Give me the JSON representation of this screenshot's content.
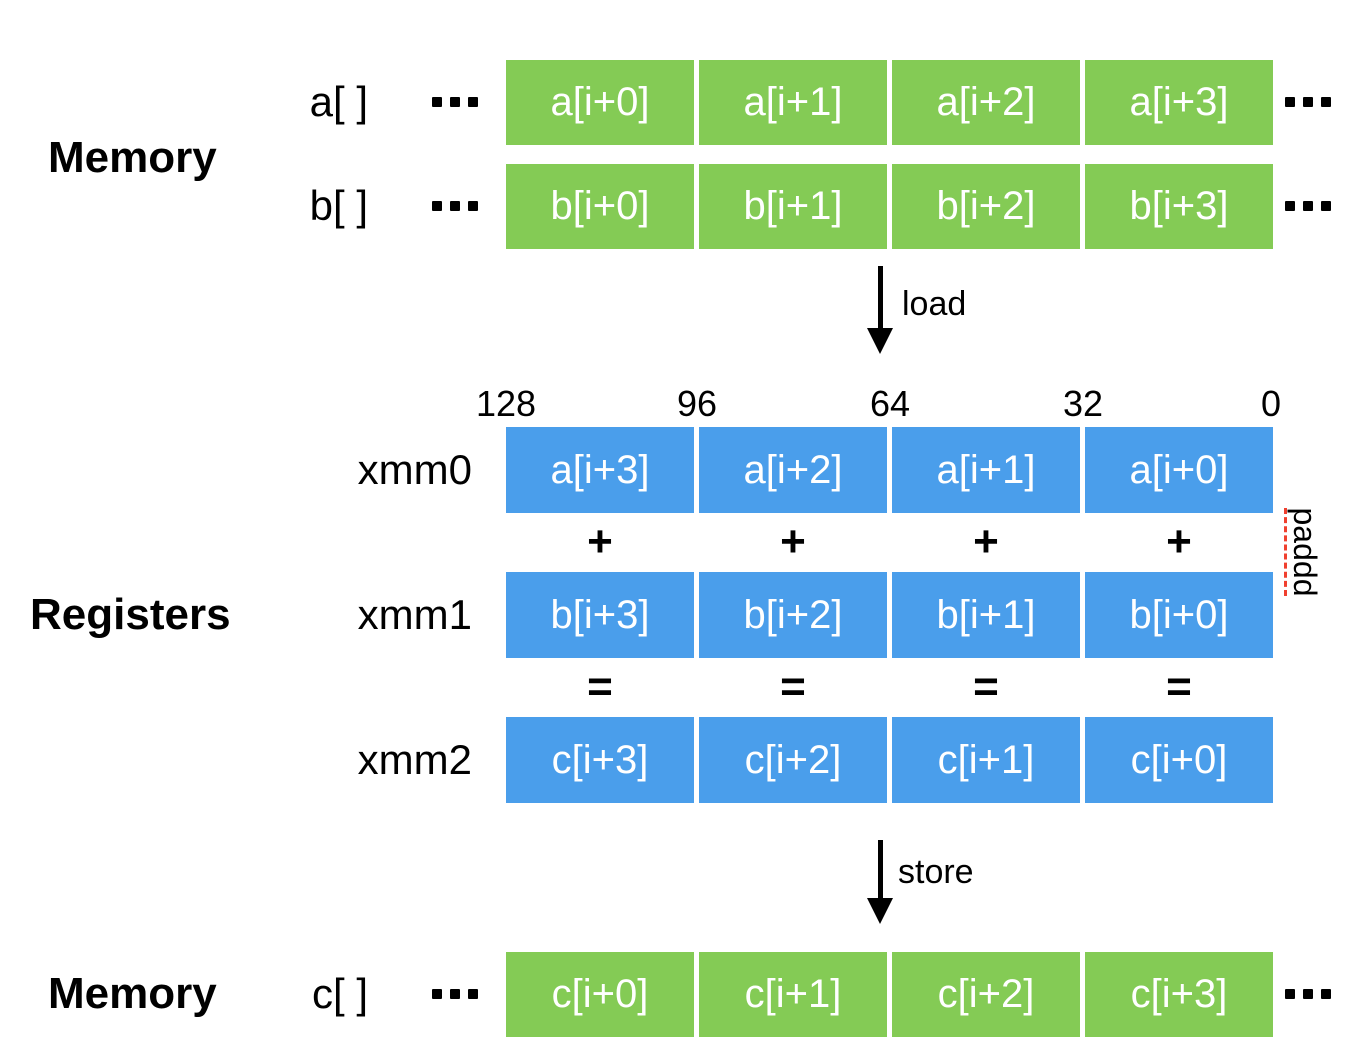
{
  "colors": {
    "green": "#84cb55",
    "blue": "#4a9eeb",
    "red": "#f0402f",
    "black": "#000000",
    "white": "#ffffff"
  },
  "icons": {
    "ellipsis": "dots-horizontal-icon",
    "load_arrow": "arrow-down-icon",
    "store_arrow": "arrow-down-icon"
  },
  "memory_top": {
    "label": "Memory",
    "rows": [
      {
        "name": "a",
        "label": "a[ ]",
        "cells": [
          "a[i+0]",
          "a[i+1]",
          "a[i+2]",
          "a[i+3]"
        ]
      },
      {
        "name": "b",
        "label": "b[ ]",
        "cells": [
          "b[i+0]",
          "b[i+1]",
          "b[i+2]",
          "b[i+3]"
        ]
      }
    ],
    "ellipsis": "..."
  },
  "load": {
    "label": "load"
  },
  "registers": {
    "label": "Registers",
    "bit_labels": [
      "128",
      "96",
      "64",
      "32",
      "0"
    ],
    "rows": [
      {
        "name": "xmm0",
        "label": "xmm0",
        "cells": [
          "a[i+3]",
          "a[i+2]",
          "a[i+1]",
          "a[i+0]"
        ]
      },
      {
        "name": "xmm1",
        "label": "xmm1",
        "cells": [
          "b[i+3]",
          "b[i+2]",
          "b[i+1]",
          "b[i+0]"
        ]
      },
      {
        "name": "xmm2",
        "label": "xmm2",
        "cells": [
          "c[i+3]",
          "c[i+2]",
          "c[i+1]",
          "c[i+0]"
        ]
      }
    ],
    "plus": "+",
    "equals": "=",
    "instruction": "paddd"
  },
  "store": {
    "label": "store"
  },
  "memory_bottom": {
    "label": "Memory",
    "rows": [
      {
        "name": "c",
        "label": "c[ ]",
        "cells": [
          "c[i+0]",
          "c[i+1]",
          "c[i+2]",
          "c[i+3]"
        ]
      }
    ],
    "ellipsis": "..."
  }
}
